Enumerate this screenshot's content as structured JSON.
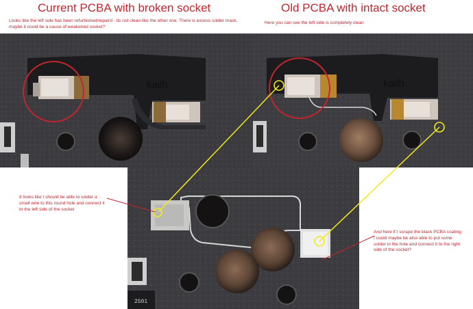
{
  "left": {
    "title": "Current PCBA with broken socket",
    "note": "Looks like the left side has been refurbished/repaird - its not clean like the other one. There is excess solder mask, maybe it could be a cause of weakened socket?",
    "brand": "kailh"
  },
  "right": {
    "title": "Old PCBA with intact socket",
    "note": "Here you can see the left side is completely clean",
    "brand": "kailh"
  },
  "bottom": {
    "note_left": "It looks like I should be able to solder a small wire to this round hole and connect it to the left side of the socket",
    "note_right": "And here if I scrape the black PCBA coating I could maybe be also able to put some solder in the hole and connect it to the right side of the socket?",
    "part_code": "2S01"
  },
  "colors": {
    "annotation_red": "#c0262d",
    "highlight_yellow": "#f2ea1a",
    "pcb_dark": "#3a3a3e",
    "socket_black": "#1c1c1e"
  }
}
